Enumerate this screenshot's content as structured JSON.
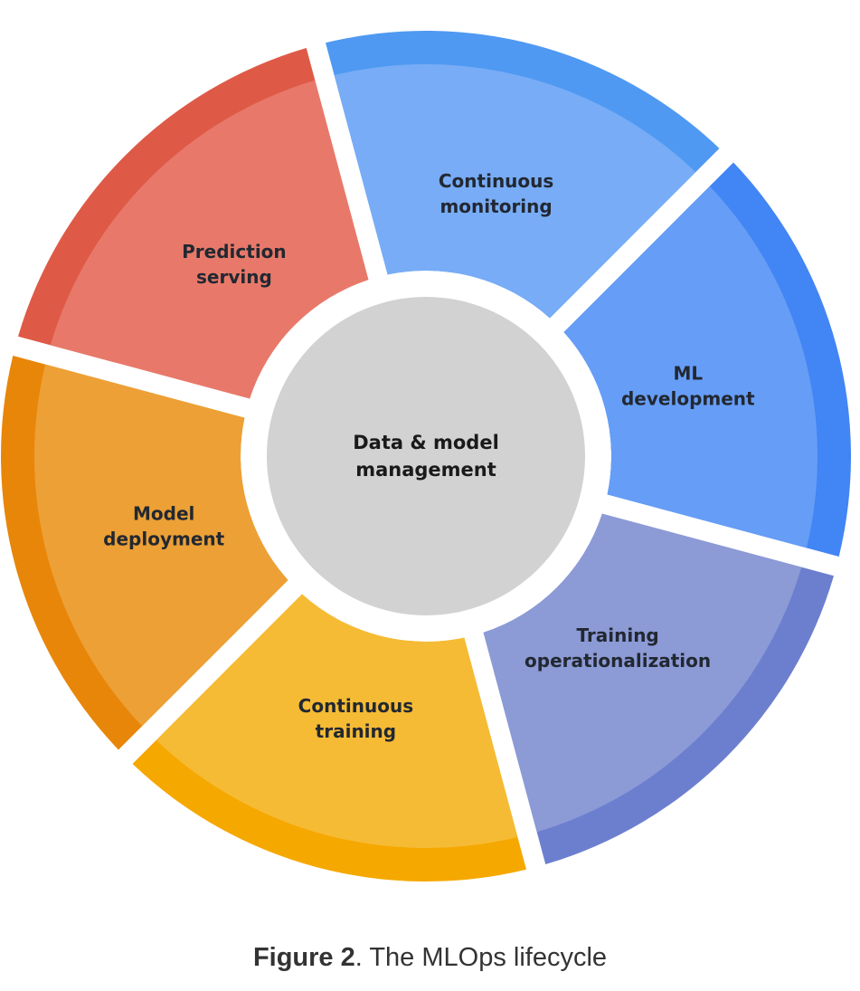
{
  "diagram": {
    "center": {
      "label_lines": [
        "Data & model",
        "management"
      ],
      "color": "#d2d2d2"
    },
    "segments": [
      {
        "id": "ml-development",
        "label_lines": [
          "ML",
          "development"
        ],
        "inner_color": "#669df6",
        "outer_color": "#4285f4"
      },
      {
        "id": "training-operationalization",
        "label_lines": [
          "Training",
          "operationalization"
        ],
        "inner_color": "#8c9ad6",
        "outer_color": "#6c7fcf"
      },
      {
        "id": "continuous-training",
        "label_lines": [
          "Continuous",
          "training"
        ],
        "inner_color": "#f6bb35",
        "outer_color": "#f5a800"
      },
      {
        "id": "model-deployment",
        "label_lines": [
          "Model",
          "deployment"
        ],
        "inner_color": "#eda035",
        "outer_color": "#e8860a"
      },
      {
        "id": "prediction-serving",
        "label_lines": [
          "Prediction",
          "serving"
        ],
        "inner_color": "#e8796a",
        "outer_color": "#de5a46"
      },
      {
        "id": "continuous-monitoring",
        "label_lines": [
          "Continuous",
          "monitoring"
        ],
        "inner_color": "#78acf6",
        "outer_color": "#4f99f2"
      }
    ]
  },
  "caption": {
    "strong": "Figure 2",
    "rest": ". The MLOps lifecycle"
  }
}
